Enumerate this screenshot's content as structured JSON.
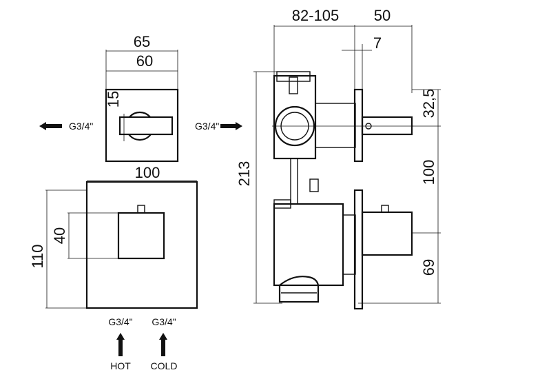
{
  "colors": {
    "ink": "#111111",
    "background": "#ffffff"
  },
  "front_top_view": {
    "width_outer": "65",
    "width_inner": "60",
    "handle_offset": "15",
    "outlet_left_thread": "G3/4\""
  },
  "front_plate_view": {
    "plate_width": "100",
    "plate_height": "110",
    "handle_size": "40",
    "inlet_hot_thread": "G3/4\"",
    "inlet_cold_thread": "G3/4\"",
    "inlet_hot_label": "HOT",
    "inlet_cold_label": "COLD"
  },
  "side_view": {
    "body_depth": "82-105",
    "trim_depth": "50",
    "plate_thickness": "7",
    "upper_axis": "32,5",
    "axis_spacing": "100",
    "lower_axis": "69",
    "total_height": "213",
    "outlet_right_thread": "G3/4\""
  }
}
